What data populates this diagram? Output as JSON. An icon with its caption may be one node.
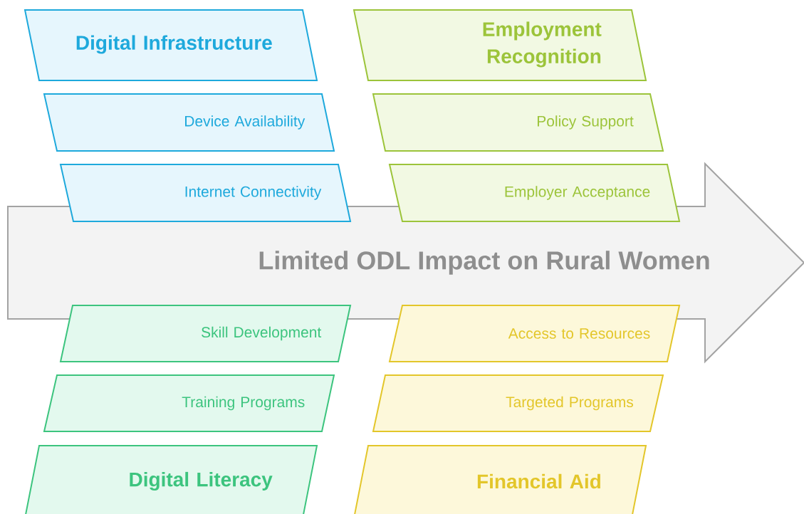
{
  "diagram": {
    "nodes": [
      {
        "text": [
          "Digital Infrastructure"
        ]
      },
      {
        "text": [
          "Employment Recognition"
        ]
      },
      {
        "text": [
          "Device Availability"
        ]
      },
      {
        "text": [
          "Policy Support"
        ]
      },
      {
        "text": [
          "Internet Connectivity"
        ]
      },
      {
        "text": [
          "Employer Acceptance"
        ]
      },
      {
        "text": [
          "Limited ODL Impact on Rural Women"
        ]
      },
      {
        "text": [
          "Skill Development"
        ]
      },
      {
        "text": [
          "Access to Resources"
        ]
      },
      {
        "text": [
          "Training Programs"
        ]
      },
      {
        "text": [
          "Targeted Programs"
        ]
      },
      {
        "text": [
          "Digital Literacy"
        ]
      },
      {
        "text": [
          "Financial Aid"
        ]
      }
    ]
  }
}
